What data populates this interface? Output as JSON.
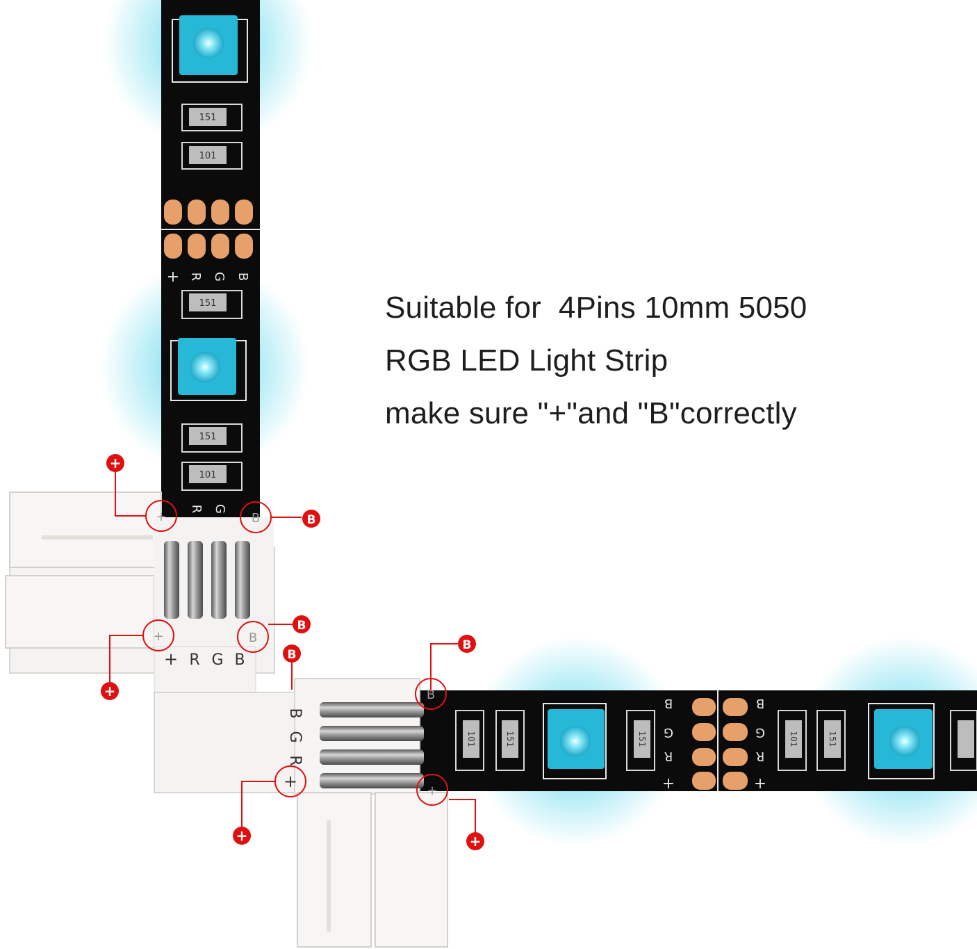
{
  "caption": {
    "line1": "Suitable for  4Pins 10mm 5050",
    "line2": "RGB LED Light Strip",
    "line3": "make sure \"+\"and \"B\"correctly"
  },
  "strip": {
    "pad_labels": {
      "plus": "+",
      "r": "R",
      "g": "G",
      "b": "B"
    },
    "resistor_labels": {
      "r151": "151",
      "r101": "101"
    }
  },
  "connector": {
    "pin_labels": {
      "plus": "+",
      "r": "R",
      "g": "G",
      "b": "B"
    }
  },
  "callouts": {
    "plus": "+",
    "b": "B"
  },
  "colors": {
    "strip_black": "#0b0b0b",
    "led_cyan": "#2fc8e0",
    "copper_pad": "#e8a06a",
    "callout_red": "#e01010",
    "connector_white": "#f4f3f1"
  }
}
